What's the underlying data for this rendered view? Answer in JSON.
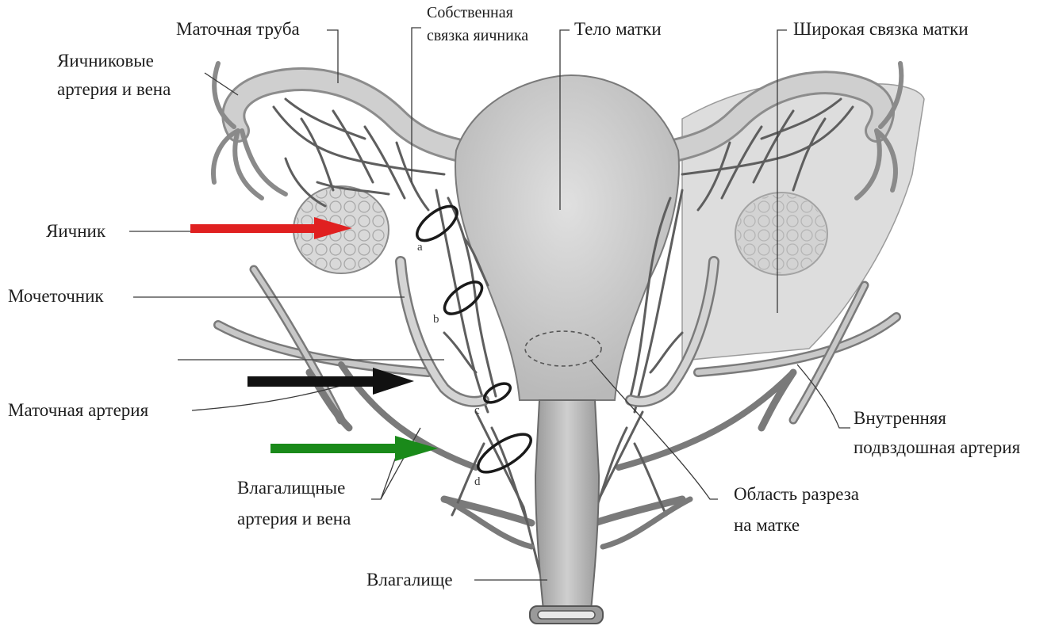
{
  "labels": {
    "fallopian_tube": "Маточная труба",
    "ovarian_ligament_line1": "Собственная",
    "ovarian_ligament_line2": "связка яичника",
    "uterus_body": "Тело матки",
    "broad_ligament": "Широкая связка матки",
    "ovarian_vessels_line1": "Яичниковые",
    "ovarian_vessels_line2": "артерия и вена",
    "ovary": "Яичник",
    "ureter": "Мочеточник",
    "uterine_artery": "Маточная артерия",
    "internal_iliac_line1": "Внутренняя",
    "internal_iliac_line2": "подвздошная артерия",
    "vaginal_vessels_line1": "Влагалищные",
    "vaginal_vessels_line2": "артерия и вена",
    "incision_area_line1": "Область разреза",
    "incision_area_line2": "на матке",
    "vagina": "Влагалище"
  },
  "points": {
    "a": "a",
    "b": "b",
    "c": "c",
    "d": "d"
  },
  "colors": {
    "background": "#ffffff",
    "tissue_fill": "#cfcfcf",
    "tissue_light": "#dadada",
    "vessel": "#5e5e5e",
    "outline": "#6a6a6a",
    "arrow_red": "#e02020",
    "arrow_black": "#111111",
    "arrow_green": "#1a8a1a",
    "leader": "#3a3a3a"
  },
  "icons": {
    "ovary_arrow": "red-arrow-right",
    "uterine_artery_arrow": "black-arrow-right",
    "vaginal_vessels_arrow": "green-arrow-right"
  }
}
